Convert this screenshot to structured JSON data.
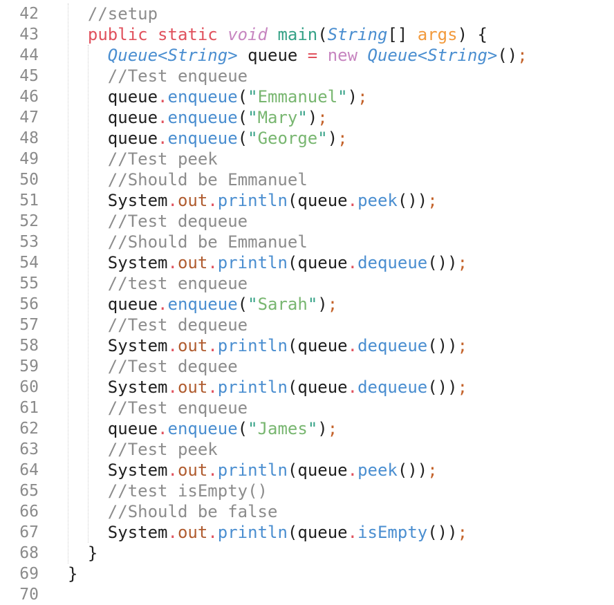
{
  "editor": {
    "lines": [
      {
        "num": "42",
        "indent": 2,
        "tokens": [
          {
            "t": "//setup",
            "c": "comment"
          }
        ]
      },
      {
        "num": "43",
        "indent": 2,
        "tokens": [
          {
            "t": "public",
            "c": "keyword"
          },
          {
            "t": " ",
            "c": "plain"
          },
          {
            "t": "static",
            "c": "keyword"
          },
          {
            "t": " ",
            "c": "plain"
          },
          {
            "t": "void",
            "c": "type-kw"
          },
          {
            "t": " ",
            "c": "plain"
          },
          {
            "t": "main",
            "c": "func"
          },
          {
            "t": "(",
            "c": "punct"
          },
          {
            "t": "String",
            "c": "type"
          },
          {
            "t": "[]",
            "c": "punct"
          },
          {
            "t": " ",
            "c": "plain"
          },
          {
            "t": "args",
            "c": "param"
          },
          {
            "t": ") {",
            "c": "punct"
          }
        ]
      },
      {
        "num": "44",
        "indent": 4,
        "tokens": [
          {
            "t": "Queue<String>",
            "c": "type"
          },
          {
            "t": " queue ",
            "c": "plain"
          },
          {
            "t": "=",
            "c": "op"
          },
          {
            "t": " ",
            "c": "plain"
          },
          {
            "t": "new",
            "c": "new"
          },
          {
            "t": " ",
            "c": "plain"
          },
          {
            "t": "Queue<String>",
            "c": "type"
          },
          {
            "t": "()",
            "c": "punct"
          },
          {
            "t": ";",
            "c": "semi"
          }
        ]
      },
      {
        "num": "45",
        "indent": 4,
        "tokens": [
          {
            "t": "//Test enqueue",
            "c": "comment"
          }
        ]
      },
      {
        "num": "46",
        "indent": 4,
        "tokens": [
          {
            "t": "queue",
            "c": "plain"
          },
          {
            "t": ".",
            "c": "dot"
          },
          {
            "t": "enqueue",
            "c": "method"
          },
          {
            "t": "(",
            "c": "punct"
          },
          {
            "t": "\"",
            "c": "quote"
          },
          {
            "t": "Emmanuel",
            "c": "string"
          },
          {
            "t": "\"",
            "c": "quote"
          },
          {
            "t": ")",
            "c": "punct"
          },
          {
            "t": ";",
            "c": "semi"
          }
        ]
      },
      {
        "num": "47",
        "indent": 4,
        "tokens": [
          {
            "t": "queue",
            "c": "plain"
          },
          {
            "t": ".",
            "c": "dot"
          },
          {
            "t": "enqueue",
            "c": "method"
          },
          {
            "t": "(",
            "c": "punct"
          },
          {
            "t": "\"",
            "c": "quote"
          },
          {
            "t": "Mary",
            "c": "string"
          },
          {
            "t": "\"",
            "c": "quote"
          },
          {
            "t": ")",
            "c": "punct"
          },
          {
            "t": ";",
            "c": "semi"
          }
        ]
      },
      {
        "num": "48",
        "indent": 4,
        "tokens": [
          {
            "t": "queue",
            "c": "plain"
          },
          {
            "t": ".",
            "c": "dot"
          },
          {
            "t": "enqueue",
            "c": "method"
          },
          {
            "t": "(",
            "c": "punct"
          },
          {
            "t": "\"",
            "c": "quote"
          },
          {
            "t": "George",
            "c": "string"
          },
          {
            "t": "\"",
            "c": "quote"
          },
          {
            "t": ")",
            "c": "punct"
          },
          {
            "t": ";",
            "c": "semi"
          }
        ]
      },
      {
        "num": "49",
        "indent": 4,
        "tokens": [
          {
            "t": "//Test peek",
            "c": "comment"
          }
        ]
      },
      {
        "num": "50",
        "indent": 4,
        "tokens": [
          {
            "t": "//Should be Emmanuel",
            "c": "comment"
          }
        ]
      },
      {
        "num": "51",
        "indent": 4,
        "tokens": [
          {
            "t": "System",
            "c": "plain"
          },
          {
            "t": ".",
            "c": "dot"
          },
          {
            "t": "out",
            "c": "field"
          },
          {
            "t": ".",
            "c": "dot"
          },
          {
            "t": "println",
            "c": "method"
          },
          {
            "t": "(",
            "c": "punct"
          },
          {
            "t": "queue",
            "c": "plain"
          },
          {
            "t": ".",
            "c": "dot"
          },
          {
            "t": "peek",
            "c": "method"
          },
          {
            "t": "())",
            "c": "punct"
          },
          {
            "t": ";",
            "c": "semi"
          }
        ]
      },
      {
        "num": "52",
        "indent": 4,
        "tokens": [
          {
            "t": "//Test dequeue",
            "c": "comment"
          }
        ]
      },
      {
        "num": "53",
        "indent": 4,
        "tokens": [
          {
            "t": "//Should be Emmanuel",
            "c": "comment"
          }
        ]
      },
      {
        "num": "54",
        "indent": 4,
        "tokens": [
          {
            "t": "System",
            "c": "plain"
          },
          {
            "t": ".",
            "c": "dot"
          },
          {
            "t": "out",
            "c": "field"
          },
          {
            "t": ".",
            "c": "dot"
          },
          {
            "t": "println",
            "c": "method"
          },
          {
            "t": "(",
            "c": "punct"
          },
          {
            "t": "queue",
            "c": "plain"
          },
          {
            "t": ".",
            "c": "dot"
          },
          {
            "t": "dequeue",
            "c": "method"
          },
          {
            "t": "())",
            "c": "punct"
          },
          {
            "t": ";",
            "c": "semi"
          }
        ]
      },
      {
        "num": "55",
        "indent": 4,
        "tokens": [
          {
            "t": "//test enqueue",
            "c": "comment"
          }
        ]
      },
      {
        "num": "56",
        "indent": 4,
        "tokens": [
          {
            "t": "queue",
            "c": "plain"
          },
          {
            "t": ".",
            "c": "dot"
          },
          {
            "t": "enqueue",
            "c": "method"
          },
          {
            "t": "(",
            "c": "punct"
          },
          {
            "t": "\"",
            "c": "quote"
          },
          {
            "t": "Sarah",
            "c": "string"
          },
          {
            "t": "\"",
            "c": "quote"
          },
          {
            "t": ")",
            "c": "punct"
          },
          {
            "t": ";",
            "c": "semi"
          }
        ]
      },
      {
        "num": "57",
        "indent": 4,
        "tokens": [
          {
            "t": "//Test dequeue",
            "c": "comment"
          }
        ]
      },
      {
        "num": "58",
        "indent": 4,
        "tokens": [
          {
            "t": "System",
            "c": "plain"
          },
          {
            "t": ".",
            "c": "dot"
          },
          {
            "t": "out",
            "c": "field"
          },
          {
            "t": ".",
            "c": "dot"
          },
          {
            "t": "println",
            "c": "method"
          },
          {
            "t": "(",
            "c": "punct"
          },
          {
            "t": "queue",
            "c": "plain"
          },
          {
            "t": ".",
            "c": "dot"
          },
          {
            "t": "dequeue",
            "c": "method"
          },
          {
            "t": "())",
            "c": "punct"
          },
          {
            "t": ";",
            "c": "semi"
          }
        ]
      },
      {
        "num": "59",
        "indent": 4,
        "tokens": [
          {
            "t": "//Test dequee",
            "c": "comment"
          }
        ]
      },
      {
        "num": "60",
        "indent": 4,
        "tokens": [
          {
            "t": "System",
            "c": "plain"
          },
          {
            "t": ".",
            "c": "dot"
          },
          {
            "t": "out",
            "c": "field"
          },
          {
            "t": ".",
            "c": "dot"
          },
          {
            "t": "println",
            "c": "method"
          },
          {
            "t": "(",
            "c": "punct"
          },
          {
            "t": "queue",
            "c": "plain"
          },
          {
            "t": ".",
            "c": "dot"
          },
          {
            "t": "dequeue",
            "c": "method"
          },
          {
            "t": "())",
            "c": "punct"
          },
          {
            "t": ";",
            "c": "semi"
          }
        ]
      },
      {
        "num": "61",
        "indent": 4,
        "tokens": [
          {
            "t": "//Test enqueue",
            "c": "comment"
          }
        ]
      },
      {
        "num": "62",
        "indent": 4,
        "tokens": [
          {
            "t": "queue",
            "c": "plain"
          },
          {
            "t": ".",
            "c": "dot"
          },
          {
            "t": "enqueue",
            "c": "method"
          },
          {
            "t": "(",
            "c": "punct"
          },
          {
            "t": "\"",
            "c": "quote"
          },
          {
            "t": "James",
            "c": "string"
          },
          {
            "t": "\"",
            "c": "quote"
          },
          {
            "t": ")",
            "c": "punct"
          },
          {
            "t": ";",
            "c": "semi"
          }
        ]
      },
      {
        "num": "63",
        "indent": 4,
        "tokens": [
          {
            "t": "//Test peek",
            "c": "comment"
          }
        ]
      },
      {
        "num": "64",
        "indent": 4,
        "tokens": [
          {
            "t": "System",
            "c": "plain"
          },
          {
            "t": ".",
            "c": "dot"
          },
          {
            "t": "out",
            "c": "field"
          },
          {
            "t": ".",
            "c": "dot"
          },
          {
            "t": "println",
            "c": "method"
          },
          {
            "t": "(",
            "c": "punct"
          },
          {
            "t": "queue",
            "c": "plain"
          },
          {
            "t": ".",
            "c": "dot"
          },
          {
            "t": "peek",
            "c": "method"
          },
          {
            "t": "())",
            "c": "punct"
          },
          {
            "t": ";",
            "c": "semi"
          }
        ]
      },
      {
        "num": "65",
        "indent": 4,
        "tokens": [
          {
            "t": "//test isEmpty()",
            "c": "comment"
          }
        ]
      },
      {
        "num": "66",
        "indent": 4,
        "tokens": [
          {
            "t": "//Should be false",
            "c": "comment"
          }
        ]
      },
      {
        "num": "67",
        "indent": 4,
        "tokens": [
          {
            "t": "System",
            "c": "plain"
          },
          {
            "t": ".",
            "c": "dot"
          },
          {
            "t": "out",
            "c": "field"
          },
          {
            "t": ".",
            "c": "dot"
          },
          {
            "t": "println",
            "c": "method"
          },
          {
            "t": "(",
            "c": "punct"
          },
          {
            "t": "queue",
            "c": "plain"
          },
          {
            "t": ".",
            "c": "dot"
          },
          {
            "t": "isEmpty",
            "c": "method"
          },
          {
            "t": "())",
            "c": "punct"
          },
          {
            "t": ";",
            "c": "semi"
          }
        ]
      },
      {
        "num": "68",
        "indent": 2,
        "tokens": [
          {
            "t": "}",
            "c": "punct"
          }
        ]
      },
      {
        "num": "69",
        "indent": 0,
        "tokens": [
          {
            "t": "}",
            "c": "punct"
          }
        ]
      },
      {
        "num": "70",
        "indent": 0,
        "tokens": []
      }
    ]
  }
}
